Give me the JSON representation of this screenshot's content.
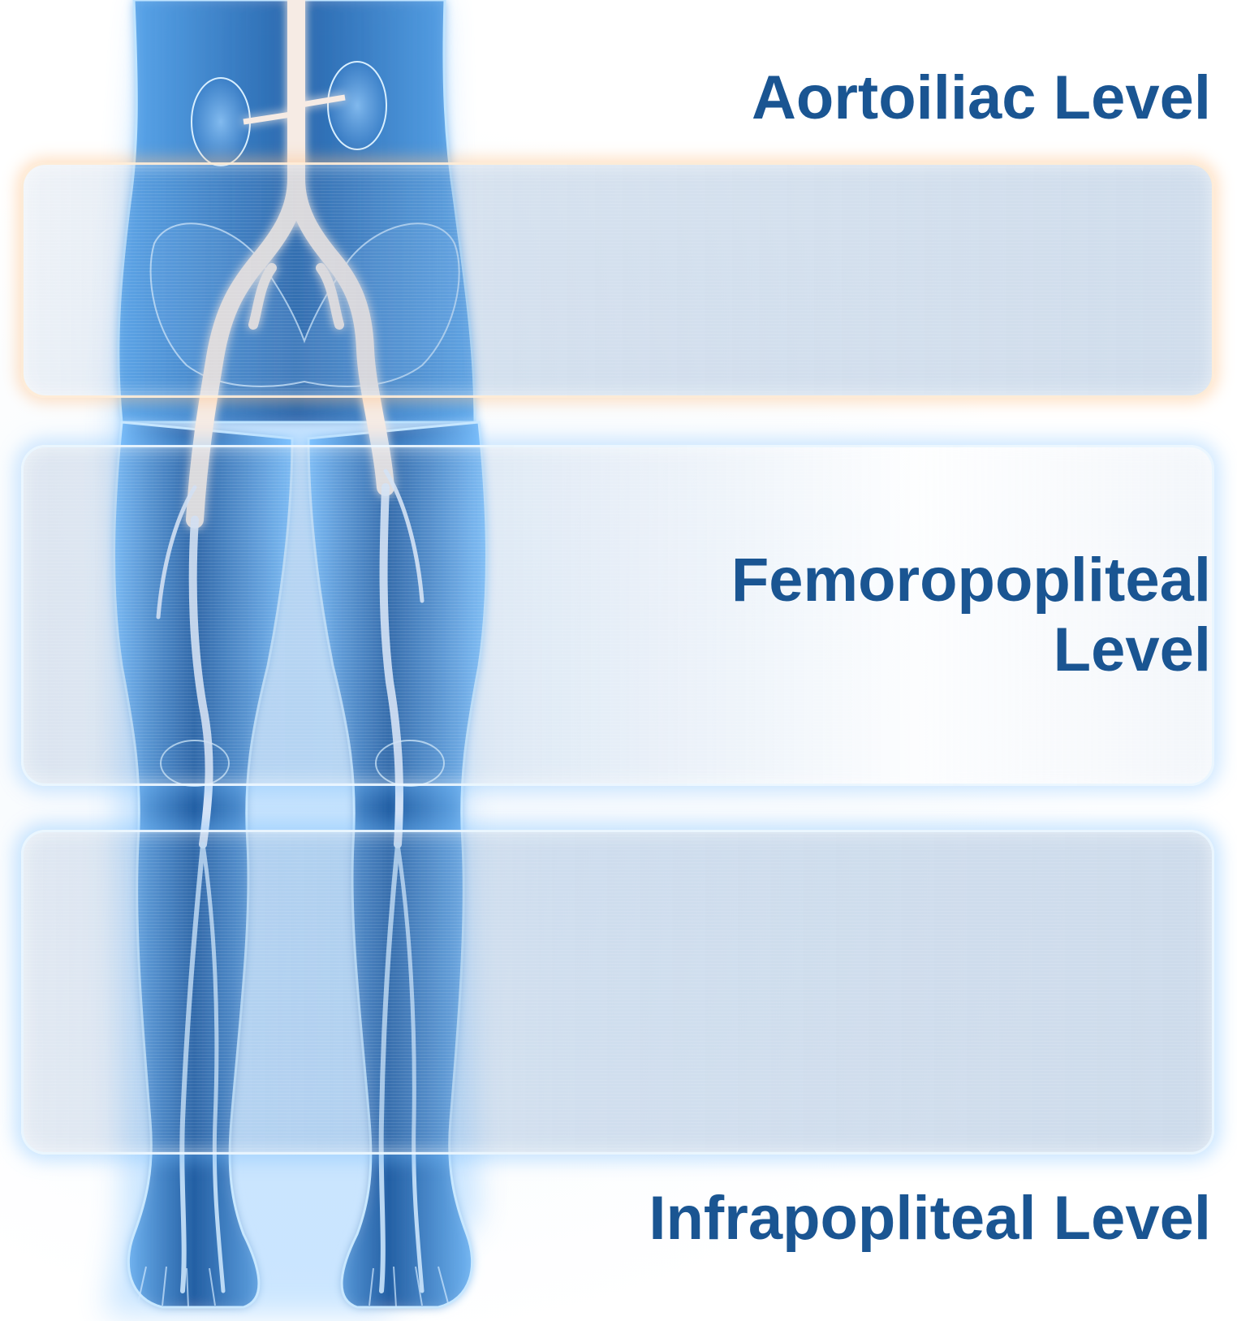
{
  "labels": {
    "aortoiliac": "Aortoiliac Level",
    "femoropopliteal": "Femoropopliteal Level",
    "infrapopliteal": "Infrapopliteal Level"
  },
  "colors": {
    "label_text": "#1a5592",
    "body_glow": "#4aa3f0",
    "artery_highlight": "#f3e7df",
    "aortoiliac_glow": "#ffbe82"
  },
  "icons": {
    "figure": "anatomical-body-vasculature"
  }
}
